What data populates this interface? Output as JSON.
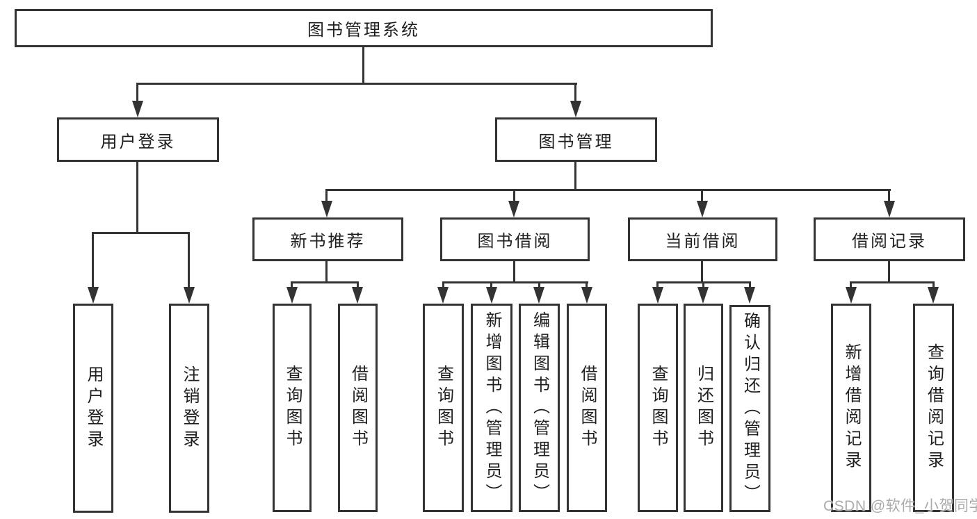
{
  "diagram": {
    "root": "图书管理系统",
    "level2": [
      {
        "label": "用户登录",
        "children": [
          "用户登录",
          "注销登录"
        ]
      },
      {
        "label": "图书管理"
      }
    ],
    "sections": [
      {
        "label": "新书推荐",
        "children": [
          "查询图书",
          "借阅图书"
        ]
      },
      {
        "label": "图书借阅",
        "children": [
          "查询图书",
          "新增图书（管理员）",
          "编辑图书（管理员）",
          "借阅图书"
        ]
      },
      {
        "label": "当前借阅",
        "children": [
          "查询图书",
          "归还图书",
          "确认归还（管理员）"
        ]
      },
      {
        "label": "借阅记录",
        "children": [
          "新增借阅记录",
          "查询借阅记录"
        ]
      }
    ]
  },
  "watermark": {
    "text": "CSDN @软件_小贺同学"
  },
  "colors": {
    "line": "#333333",
    "text": "#1f1f1f",
    "watermark": "#ababab",
    "background": "#ffffff"
  }
}
